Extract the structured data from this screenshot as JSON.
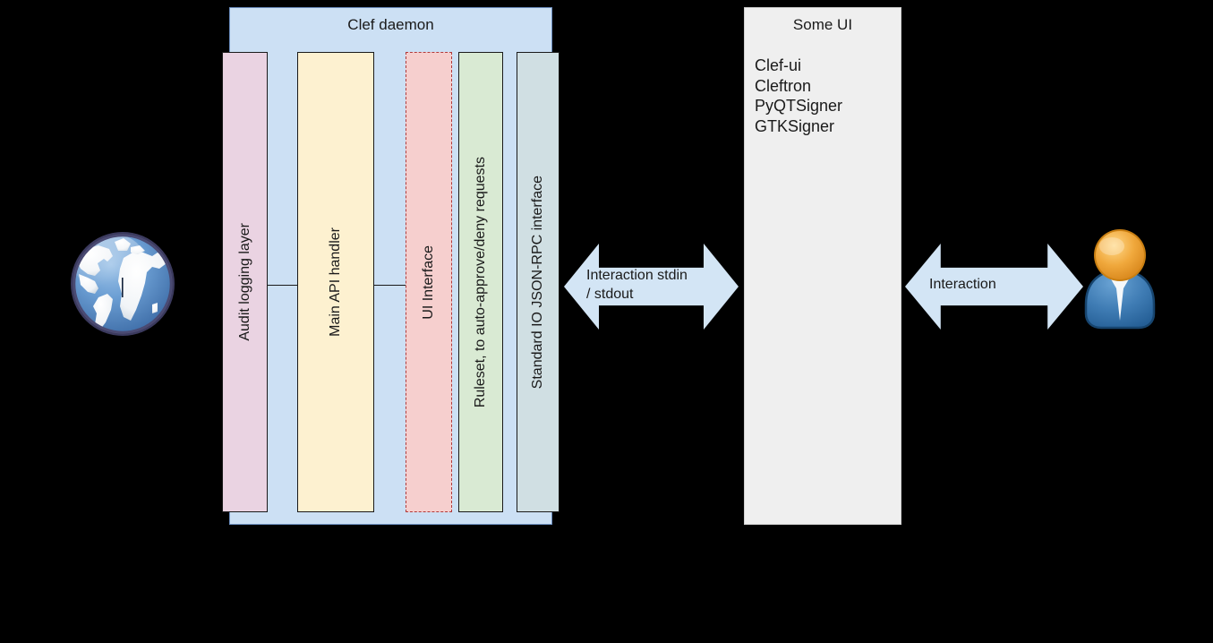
{
  "daemon": {
    "title": "Clef daemon",
    "columns": [
      {
        "name": "audit-logging-layer",
        "label": "Audit logging layer",
        "color": "#ead3e2"
      },
      {
        "name": "main-api-handler",
        "label": "Main API handler",
        "color": "#fdf1d0"
      },
      {
        "name": "ui-interface",
        "label": "UI Interface",
        "color": "#f6cfce"
      },
      {
        "name": "ruleset",
        "label": "Ruleset, to auto-approve/deny requests",
        "color": "#d9ead3"
      },
      {
        "name": "standard-io-jsonrpc",
        "label": "Standard IO JSON-RPC interface",
        "color": "#d0dfe3"
      }
    ]
  },
  "some_ui": {
    "title": "Some UI",
    "items": [
      "Clef-ui",
      "Cleftron",
      "PyQTSigner",
      "GTKSigner"
    ]
  },
  "arrows": [
    {
      "name": "interaction-stdin-stdout",
      "label": "Interaction stdin\n/ stdout",
      "color": "#d3e5f5"
    },
    {
      "name": "interaction",
      "label": "Interaction",
      "color": "#d3e5f5"
    }
  ],
  "icons": {
    "globe": "globe-icon",
    "user": "user-icon"
  },
  "colors": {
    "background": "#000000",
    "daemon_fill": "#cce0f4",
    "daemon_border": "#6c8ebf",
    "ui_fill": "#efefef",
    "arrow_fill": "#d3e5f5",
    "dashed_border": "#b03a3a"
  }
}
